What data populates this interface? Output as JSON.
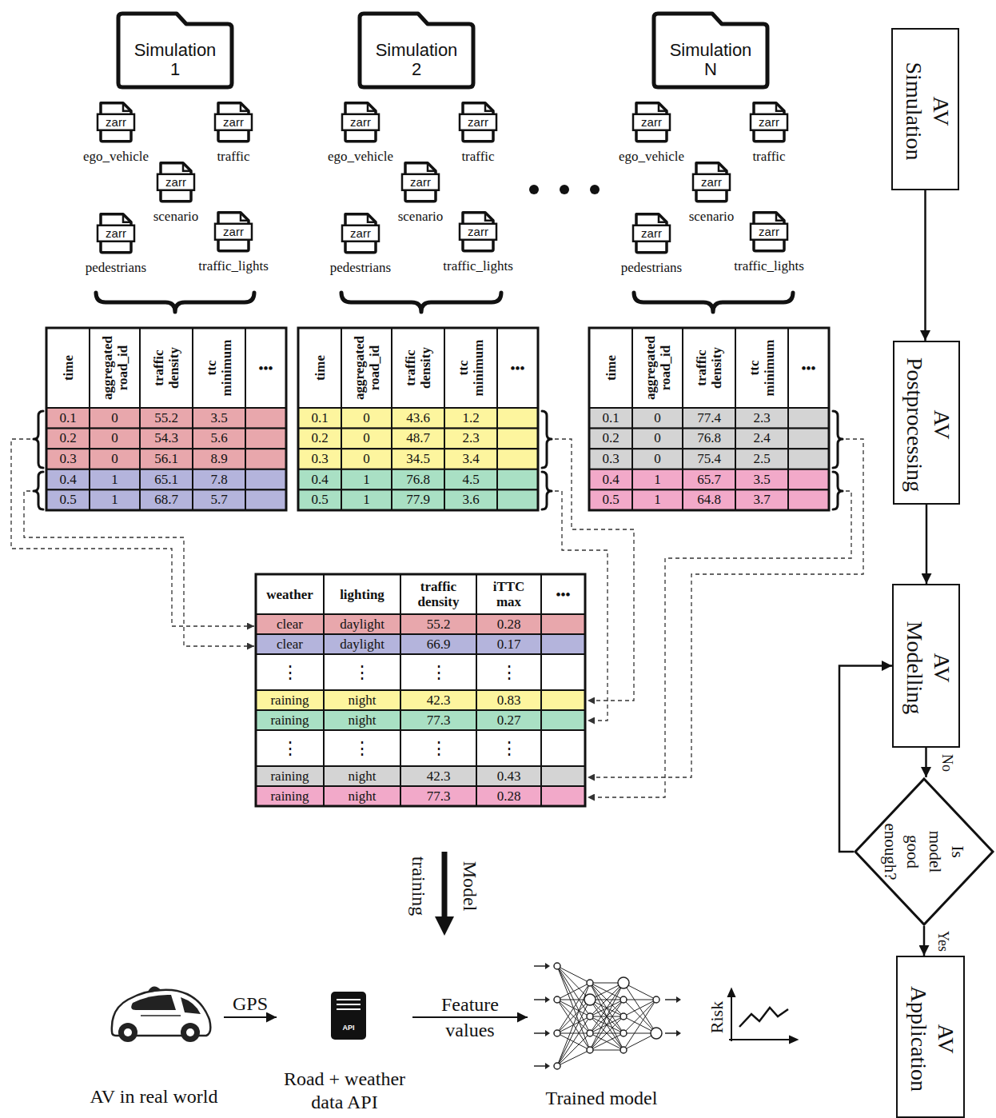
{
  "diagram": {
    "nodes": [
      {
        "text": [
          "Simulation 1"
        ]
      },
      {
        "text": [
          "zarr",
          "ego_vehicle"
        ]
      },
      {
        "text": [
          "zarr",
          "traffic"
        ]
      },
      {
        "text": [
          "zarr",
          "scenario"
        ]
      },
      {
        "text": [
          "zarr",
          "pedestrians"
        ]
      },
      {
        "text": [
          "zarr",
          "traffic_lights"
        ]
      },
      {
        "text": [
          "Simulation 2"
        ]
      },
      {
        "text": [
          "zarr",
          "ego_vehicle"
        ]
      },
      {
        "text": [
          "zarr",
          "traffic"
        ]
      },
      {
        "text": [
          "zarr",
          "scenario"
        ]
      },
      {
        "text": [
          "zarr",
          "pedestrians"
        ]
      },
      {
        "text": [
          "zarr",
          "traffic_lights"
        ]
      },
      {
        "text": [
          "Simulation N"
        ]
      },
      {
        "text": [
          "zarr",
          "ego_vehicle"
        ]
      },
      {
        "text": [
          "zarr",
          "traffic"
        ]
      },
      {
        "text": [
          "zarr",
          "scenario"
        ]
      },
      {
        "text": [
          "zarr",
          "pedestrians"
        ]
      },
      {
        "text": [
          "zarr",
          "traffic_lights"
        ]
      },
      {
        "text": [
          "AV Simulation"
        ]
      },
      {
        "text": [
          "AV Postprocessing"
        ]
      },
      {
        "text": [
          "AV Modelling"
        ]
      },
      {
        "text": [
          "Is model good enough?"
        ]
      },
      {
        "text": [
          "AV Application"
        ]
      },
      {
        "text": [
          "AV in real world"
        ]
      },
      {
        "text": [
          "API",
          "Road + weather data API"
        ]
      },
      {
        "text": [
          "Trained model"
        ]
      }
    ],
    "edges": [
      {
        "from": 18,
        "to": 19,
        "arrow": "to"
      },
      {
        "from": 19,
        "to": 20,
        "arrow": "to"
      },
      {
        "from": 20,
        "to": 21,
        "label": "No",
        "arrow": "to"
      },
      {
        "from": 21,
        "to": 20,
        "arrow": "to"
      },
      {
        "from": 21,
        "to": 22,
        "label": "Yes",
        "arrow": "to"
      },
      {
        "from": 23,
        "to": 24,
        "label": "GPS",
        "arrow": "to"
      },
      {
        "from": 24,
        "to": 25,
        "label": "Feature values",
        "arrow": "to"
      }
    ],
    "labels": [
      "time",
      "aggregated road_id",
      "traffic density",
      "ttc minimum",
      "•••",
      "0.1",
      "0",
      "55.2",
      "3.5",
      "0.2",
      "0",
      "54.3",
      "5.6",
      "0.3",
      "0",
      "56.1",
      "8.9",
      "0.4",
      "1",
      "65.1",
      "7.8",
      "0.5",
      "1",
      "68.7",
      "5.7",
      "time",
      "aggregated road_id",
      "traffic density",
      "ttc minimum",
      "•••",
      "0.1",
      "0",
      "43.6",
      "1.2",
      "0.2",
      "0",
      "48.7",
      "2.3",
      "0.3",
      "0",
      "34.5",
      "3.4",
      "0.4",
      "1",
      "76.8",
      "4.5",
      "0.5",
      "1",
      "77.9",
      "3.6",
      "time",
      "aggregated road_id",
      "traffic density",
      "ttc minimum",
      "•••",
      "0.1",
      "0",
      "77.4",
      "2.3",
      "0.2",
      "0",
      "76.8",
      "2.4",
      "0.3",
      "0",
      "75.4",
      "2.5",
      "0.4",
      "1",
      "65.7",
      "3.5",
      "0.5",
      "1",
      "64.8",
      "3.7",
      "weather",
      "lighting",
      "traffic density",
      "iTTC max",
      "•••",
      "clear",
      "daylight",
      "55.2",
      "0.28",
      "clear",
      "daylight",
      "66.9",
      "0.17",
      "⋮",
      "⋮",
      "⋮",
      "⋮",
      "raining",
      "night",
      "42.3",
      "0.83",
      "raining",
      "night",
      "77.3",
      "0.27",
      "⋮",
      "⋮",
      "⋮",
      "⋮",
      "raining",
      "night",
      "42.3",
      "0.43",
      "raining",
      "night",
      "77.3",
      "0.28",
      "Model training",
      "Risk"
    ]
  }
}
